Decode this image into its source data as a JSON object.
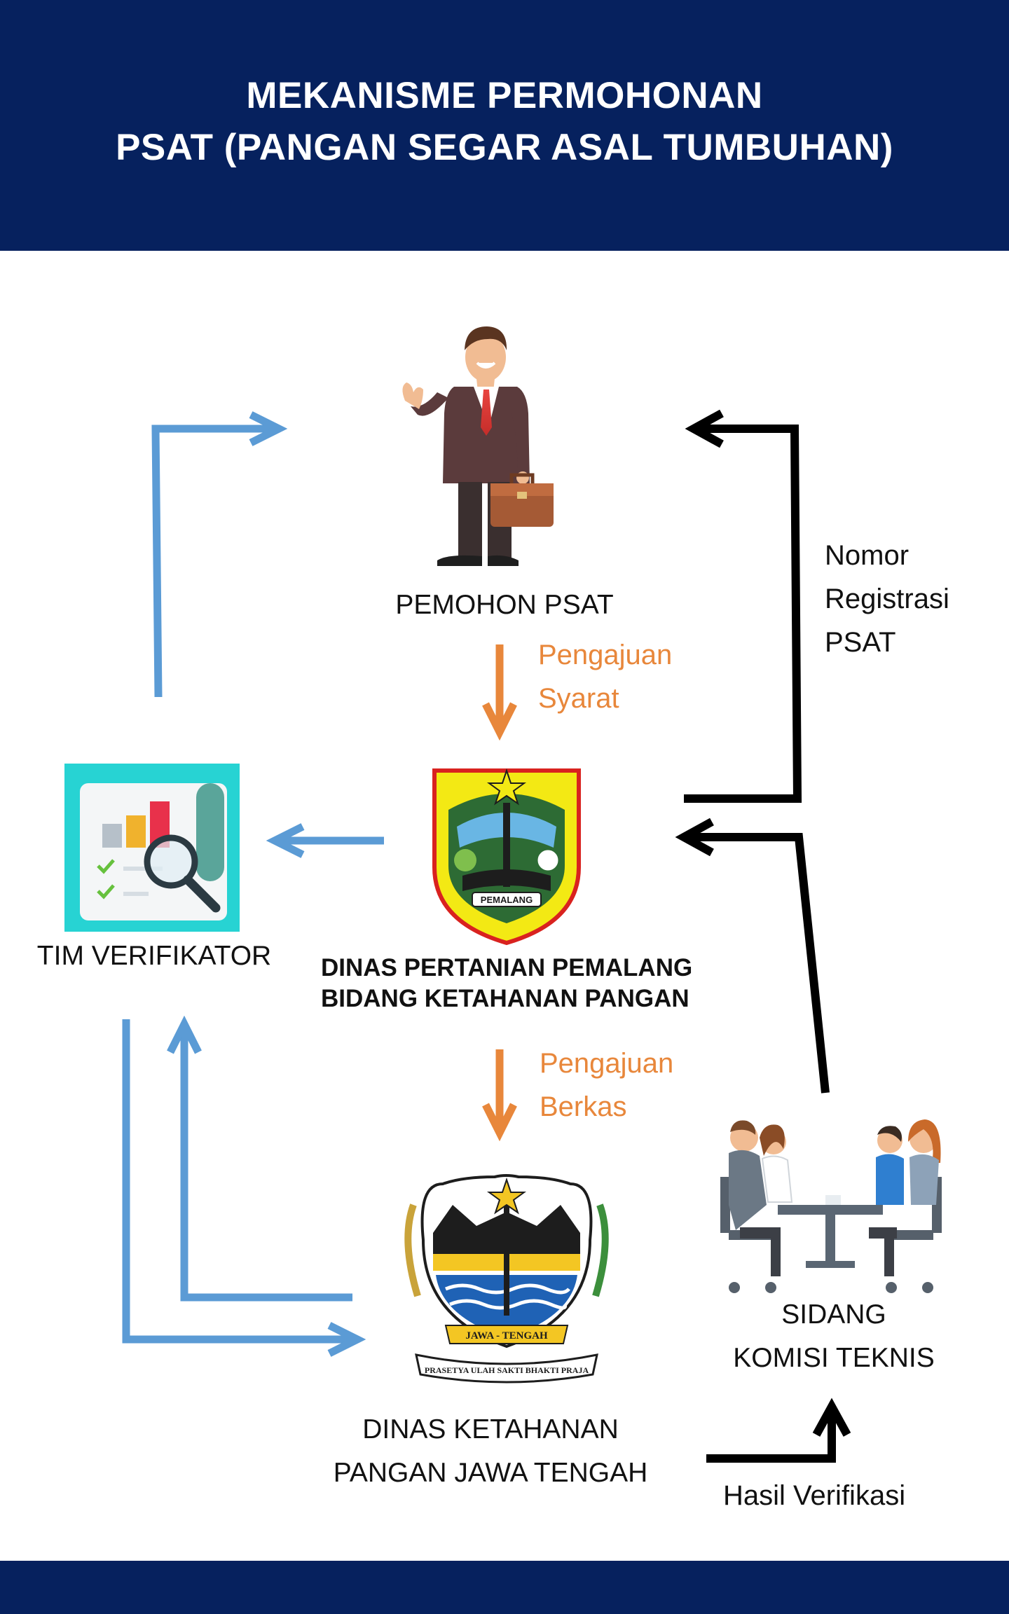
{
  "header": {
    "title_line1": "MEKANISME PERMOHONAN",
    "title_line2": "PSAT (PANGAN SEGAR ASAL TUMBUHAN)"
  },
  "nodes": {
    "pemohon": {
      "label": "PEMOHON PSAT",
      "icon": "businessman-icon"
    },
    "dinas_pemalang": {
      "line1": "DINAS PERTANIAN PEMALANG",
      "line2": "BIDANG KETAHANAN PANGAN",
      "icon": "pemalang-emblem",
      "emblem_text": "PEMALANG"
    },
    "tim_verifikator": {
      "label": "TIM VERIFIKATOR",
      "icon": "report-magnifier-icon"
    },
    "dinas_jateng": {
      "line1": "DINAS KETAHANAN",
      "line2": "PANGAN JAWA TENGAH",
      "icon": "jawa-tengah-emblem",
      "emblem_text": "JAWA - TENGAH",
      "motto": "PRASETYA ULAH SAKTI BHAKTI PRAJA"
    },
    "sidang": {
      "line1": "SIDANG",
      "line2": "KOMISI TEKNIS",
      "icon": "meeting-icon"
    }
  },
  "edges": {
    "pengajuan_syarat": {
      "line1": "Pengajuan",
      "line2": "Syarat"
    },
    "pengajuan_berkas": {
      "line1": "Pengajuan",
      "line2": "Berkas"
    },
    "nomor_registrasi": {
      "line1": "Nomor",
      "line2": "Registrasi",
      "line3": "PSAT"
    },
    "hasil_verifikasi": {
      "label": "Hasil Verifikasi"
    }
  },
  "colors": {
    "header_bg": "#06215e",
    "blue_arrow": "#5b9bd5",
    "orange_arrow": "#e8873b",
    "black_arrow": "#000000"
  }
}
